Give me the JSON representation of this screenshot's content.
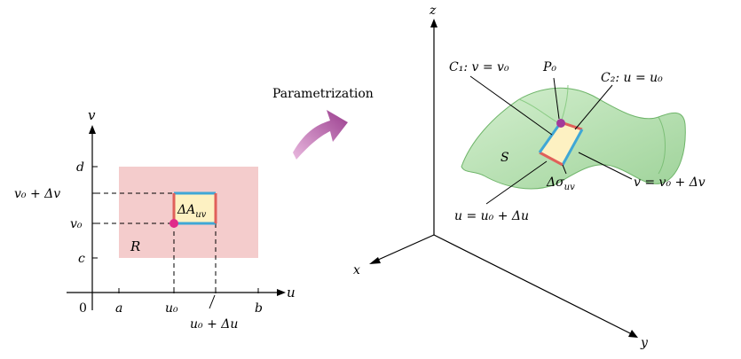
{
  "left_panel": {
    "axis_u": "u",
    "axis_v": "v",
    "origin": "0",
    "tick_a": "a",
    "tick_b": "b",
    "tick_u0": "u₀",
    "tick_u0_du": "u₀ + Δu",
    "tick_c": "c",
    "tick_d": "d",
    "tick_v0": "v₀",
    "tick_v0_dv": "v₀ + Δv",
    "region": "R",
    "area_element": "ΔA",
    "area_element_sub": "uv"
  },
  "arrow_label": "Parametrization",
  "right_panel": {
    "axis_x": "x",
    "axis_y": "y",
    "axis_z": "z",
    "curve_c1": "C₁: v = v₀",
    "point_p0": "P₀",
    "curve_c2": "C₂: u = u₀",
    "surface": "S",
    "area_element": "Δσ",
    "area_element_sub": "uv",
    "curve_v0_dv": "v = v₀ + Δv",
    "curve_u0_du": "u = u₀ + Δu"
  },
  "colors": {
    "region_fill": "#f4cccc",
    "cell_fill": "#fdf1c2",
    "cyan_edge": "#3fa7d6",
    "red_edge": "#e0605a",
    "point": "#e0298a",
    "surface_fill": "#bfe3b8",
    "arrow": "#b04c9c"
  }
}
